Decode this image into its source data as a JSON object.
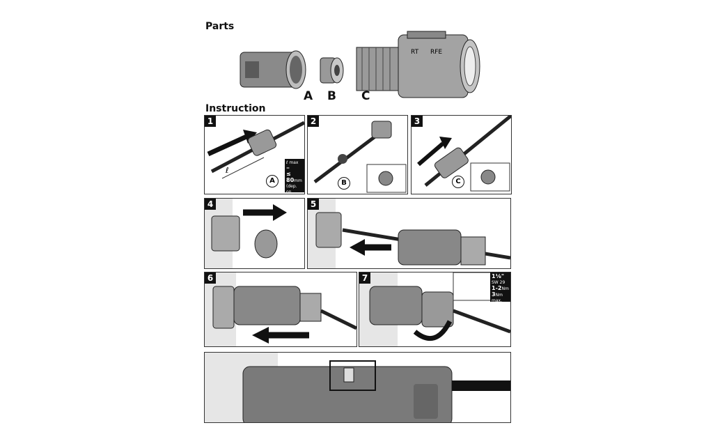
{
  "parts": {
    "title": "Parts",
    "labels": [
      "A",
      "B",
      "C"
    ],
    "housing_marks": [
      "RT",
      "RFE"
    ]
  },
  "instruction": {
    "title": "Instruction",
    "steps": [
      "1",
      "2",
      "3",
      "4",
      "5",
      "6",
      "7"
    ],
    "callouts": [
      "A",
      "B",
      "C"
    ],
    "length_symbol": "ℓ",
    "step1_note": {
      "line1": "ℓ max =",
      "line2": "≤ 80",
      "unit": "mm",
      "line3": "(dep. on adapter position)"
    },
    "step7_note": {
      "size": "1⅛\"",
      "wrench": "SW 29",
      "torque": "1-2",
      "torque_unit": "Nm",
      "max": "3",
      "max_unit": "Nm max."
    }
  },
  "colors": {
    "part": "#8a8a8a",
    "dark": "#111111",
    "wall": "#e6e6e6"
  }
}
